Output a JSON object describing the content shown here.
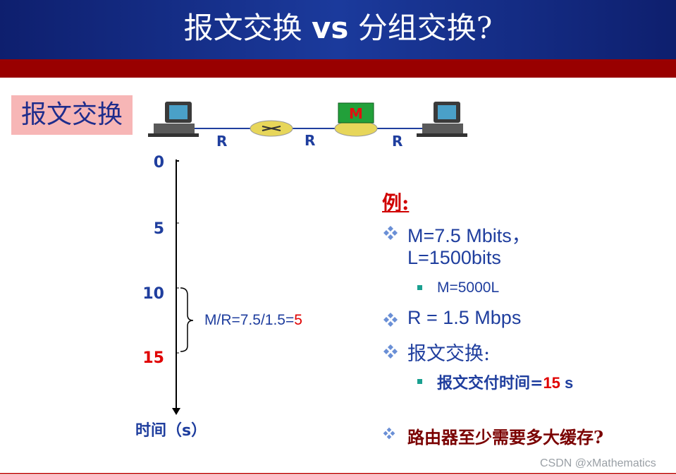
{
  "title": {
    "cn1": "报文交换",
    "vs": "vs",
    "cn2": "分组交换?"
  },
  "section_label": "报文交换",
  "network": {
    "link_labels": [
      "R",
      "R",
      "R"
    ],
    "message_label": "M"
  },
  "timeline": {
    "ticks": [
      "0",
      "5",
      "10",
      "15"
    ],
    "unit": "时间（s）",
    "brace_text": "M/R=7.5/1.5=",
    "brace_result": "5"
  },
  "example": {
    "heading": "例:",
    "bullet1_line1": "M=7.5 Mbits，",
    "bullet1_line2": "L=1500bits",
    "sub1": "M=5000L",
    "bullet2": "R = 1.5 Mbps",
    "bullet3": "报文交换:",
    "sub2_prefix": "报文交付时间=",
    "sub2_value": "15",
    "sub2_unit": " s",
    "question": "路由器至少需要多大缓存?"
  },
  "watermark": "CSDN @xMathematics",
  "colors": {
    "accent_blue": "#1f3e9e",
    "highlight_red": "#e00000",
    "label_bg": "#f7b6b6"
  }
}
